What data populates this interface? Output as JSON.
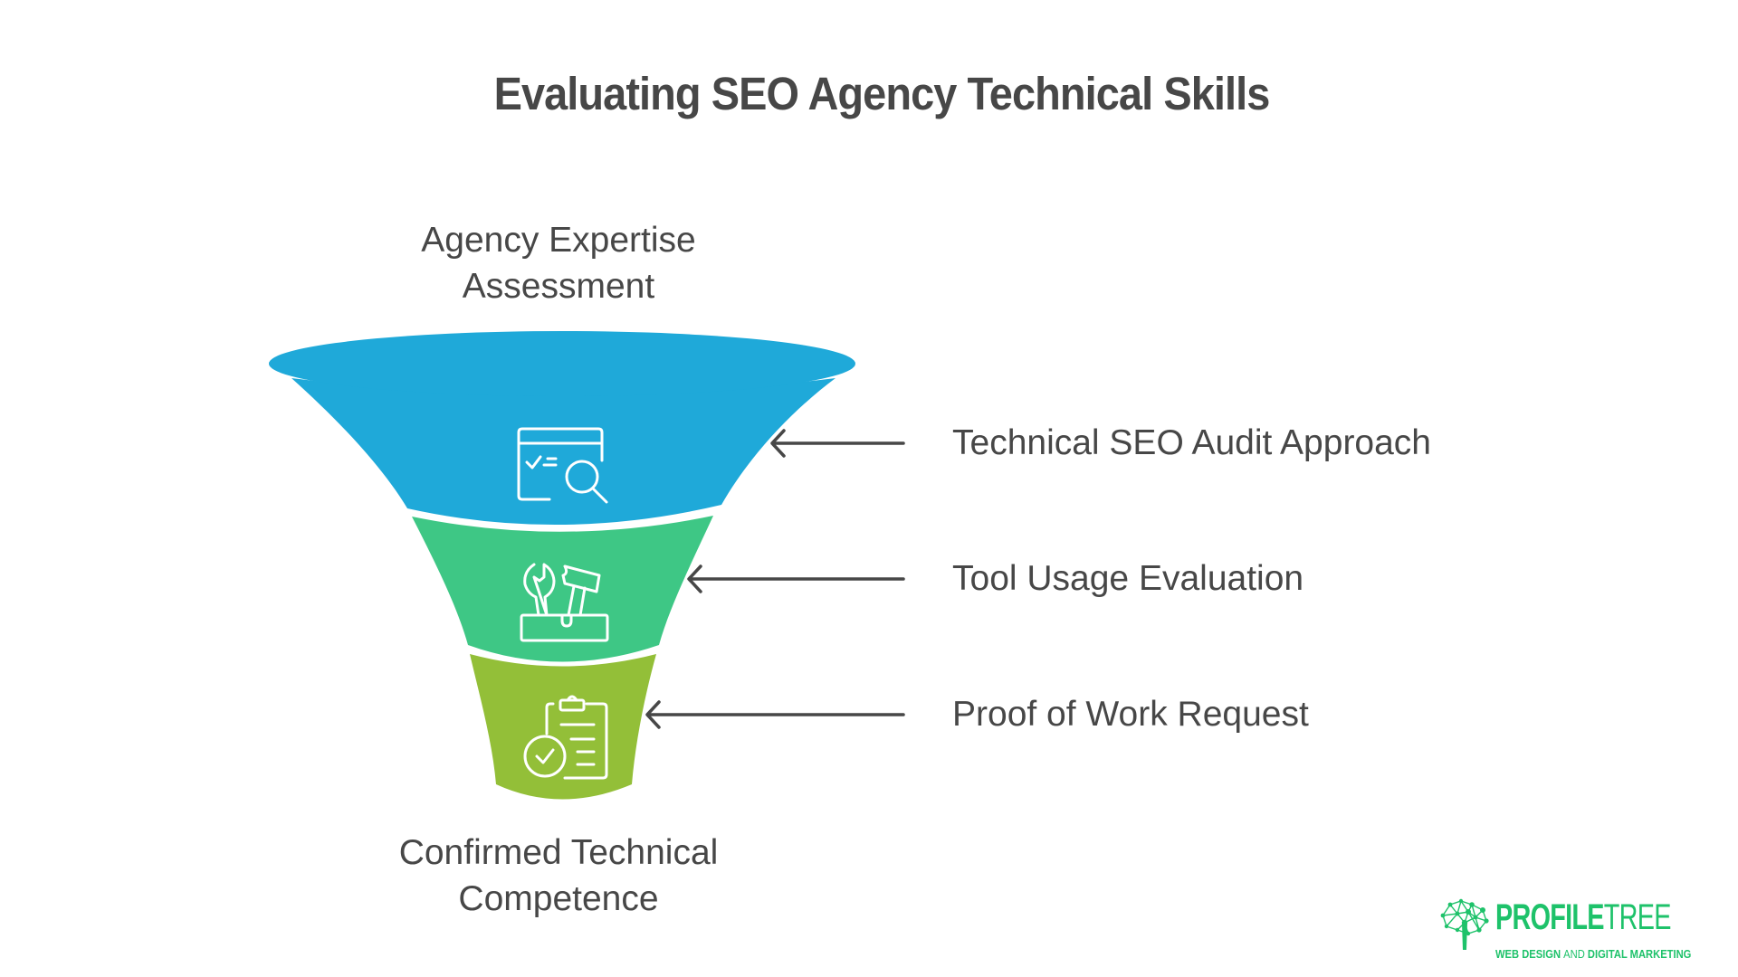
{
  "title": "Evaluating SEO Agency Technical Skills",
  "colors": {
    "text": "#474747",
    "stage1": "#1fa9d9",
    "stage2": "#3ec785",
    "stage3": "#93bf38",
    "arrow": "#474747",
    "brand": "#1ec26a"
  },
  "funnel": {
    "top_label": [
      "Agency Expertise",
      "Assessment"
    ],
    "bottom_label": [
      "Confirmed Technical",
      "Competence"
    ],
    "stages": [
      {
        "label": "Technical SEO Audit Approach",
        "icon": "audit-search-icon",
        "color": "#1fa9d9"
      },
      {
        "label": "Tool Usage Evaluation",
        "icon": "toolbox-icon",
        "color": "#3ec785"
      },
      {
        "label": "Proof of Work Request",
        "icon": "clipboard-check-icon",
        "color": "#93bf38"
      }
    ]
  },
  "logo": {
    "name_bold": "PROFILE",
    "name_light": "TREE",
    "tagline_a": "WEB DESIGN ",
    "tagline_b": "AND",
    "tagline_c": " DIGITAL MARKETING",
    "icon": "tree-network-icon"
  }
}
